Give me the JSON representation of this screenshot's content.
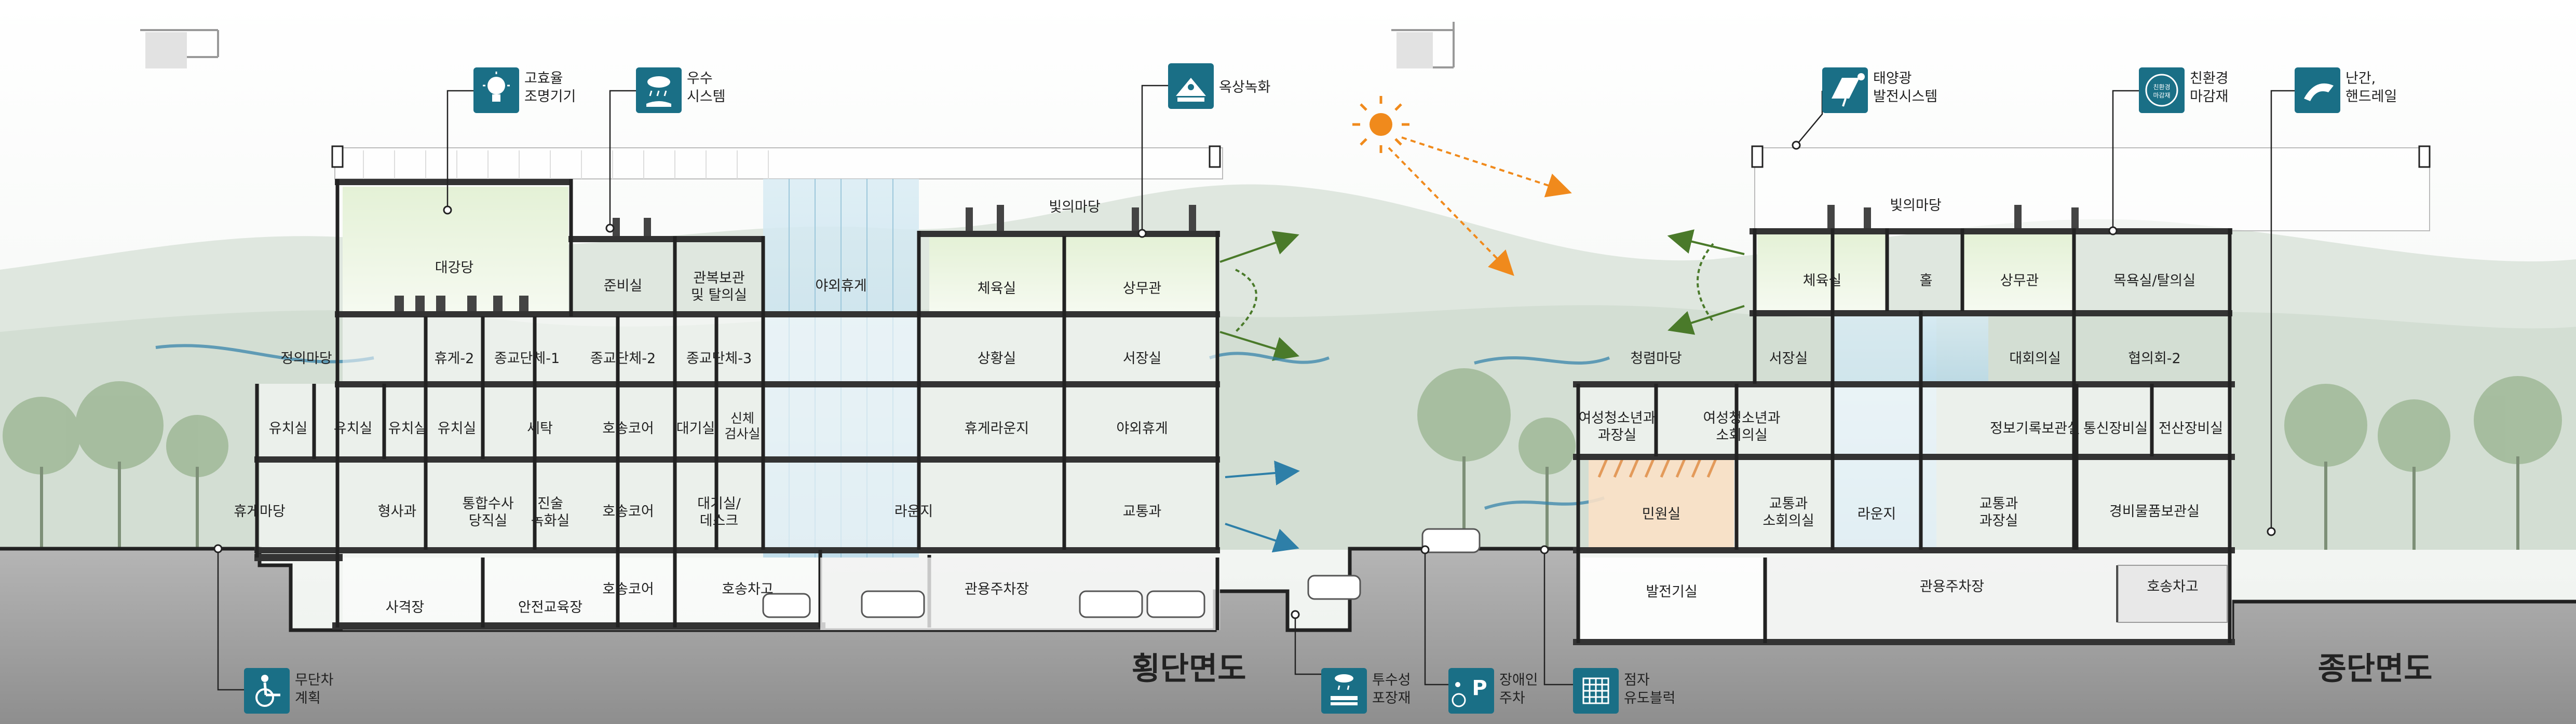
{
  "titles": {
    "cross": "횡단면도",
    "long": "종단면도"
  },
  "colors": {
    "accent": "#1a6f86",
    "sun": "#f08a1c",
    "green_arrow": "#4a7a2a",
    "wind": "#2e7fa8",
    "wall": "#222222"
  },
  "cross_rooms": {
    "r1": "대강당",
    "r2": "준비실",
    "r3a": "관복보관",
    "r3b": "및 탈의실",
    "r4": "야외휴게",
    "r5": "빛의마당",
    "r6": "체육실",
    "r7": "상무관",
    "r8": "정의마당",
    "r9": "휴게-2",
    "r10": "종교단체-1",
    "r11": "종교단체-2",
    "r12": "종교단체-3",
    "r13": "상황실",
    "r14": "서장실",
    "r15": "유치실",
    "r16": "유치실",
    "r17": "유치실",
    "r18": "유치실",
    "r19": "세탁",
    "r20": "호송코어",
    "r21": "대기실",
    "r22a": "신체",
    "r22b": "검사실",
    "r23": "휴게라운지",
    "r24": "야외휴게",
    "r25": "휴게마당",
    "r26": "형사과",
    "r27a": "통합수사",
    "r27b": "당직실",
    "r28a": "진술",
    "r28b": "녹화실",
    "r29": "호송코어",
    "r30a": "대기실/",
    "r30b": "데스크",
    "r31": "라운지",
    "r32": "교통과",
    "r33": "사격장",
    "r34": "안전교육장",
    "r35": "호송코어",
    "r36": "호송차고",
    "r37": "관용주차장"
  },
  "long_rooms": {
    "l1": "빛의마당",
    "l2": "체육실",
    "l3": "홀",
    "l4": "상무관",
    "l5": "목욕실/탈의실",
    "l6": "청렴마당",
    "l7": "서장실",
    "l8": "대회의실",
    "l9": "협의회-2",
    "l10a": "여성청소년과",
    "l10b": "과장실",
    "l11a": "여성청소년과",
    "l11b": "소회의실",
    "l12": "정보기록보관실",
    "l13": "통신장비실",
    "l14": "전산장비실",
    "l15": "민원실",
    "l16a": "교통과",
    "l16b": "소회의실",
    "l17": "라운지",
    "l18a": "교통과",
    "l18b": "과장실",
    "l19": "경비물품보관실",
    "l20": "발전기실",
    "l21": "관용주차장",
    "l22": "호송차고"
  },
  "icons": {
    "lighting": {
      "name": "lightbulb-icon",
      "line1": "고효율",
      "line2": "조명기기"
    },
    "rain": {
      "name": "rainwater-icon",
      "line1": "우수",
      "line2": "시스템"
    },
    "roof": {
      "name": "roof-garden-icon",
      "line1": "옥상녹화",
      "line2": ""
    },
    "solar": {
      "name": "solar-panel-icon",
      "line1": "태양광",
      "line2": "발전시스템"
    },
    "eco": {
      "name": "eco-material-icon",
      "line1": "친환경",
      "line2": "마감재",
      "inner1": "친환경",
      "inner2": "마감재"
    },
    "rail": {
      "name": "handrail-icon",
      "line1": "난간,",
      "line2": "핸드레일"
    },
    "barrier": {
      "name": "wheelchair-icon",
      "line1": "무단차",
      "line2": "계획"
    },
    "paving": {
      "name": "permeable-paving-icon",
      "line1": "투수성",
      "line2": "포장재"
    },
    "parking": {
      "name": "accessible-parking-icon",
      "line1": "장애인",
      "line2": "주차"
    },
    "tactile": {
      "name": "tactile-block-icon",
      "line1": "점자",
      "line2": "유도블럭"
    }
  }
}
